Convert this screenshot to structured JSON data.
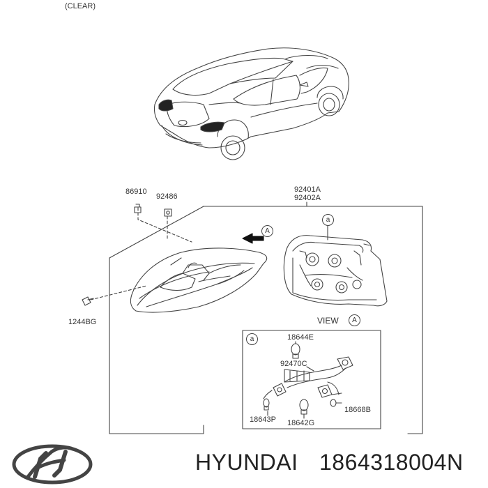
{
  "header_note": "(CLEAR)",
  "callouts": {
    "p86910": "86910",
    "p92486": "92486",
    "p92401A": "92401A",
    "p92402A": "92402A",
    "p1244BG": "1244BG",
    "view_label": "VIEW",
    "view_ref": "A",
    "arrow_ref": "A",
    "detail_ref_main": "a",
    "detail_ref_box": "a",
    "p18644E": "18644E",
    "p92470C": "92470C",
    "p18643P": "18643P",
    "p18642G": "18642G",
    "p18668B": "18668B"
  },
  "footer": {
    "brand_name": "HYUNDAI",
    "part_number": "1864318004N"
  },
  "icons": {
    "logo": "hyundai-logo-icon",
    "direction": "direction-arrow-icon"
  },
  "colors": {
    "line": "#444444",
    "text": "#333333"
  }
}
